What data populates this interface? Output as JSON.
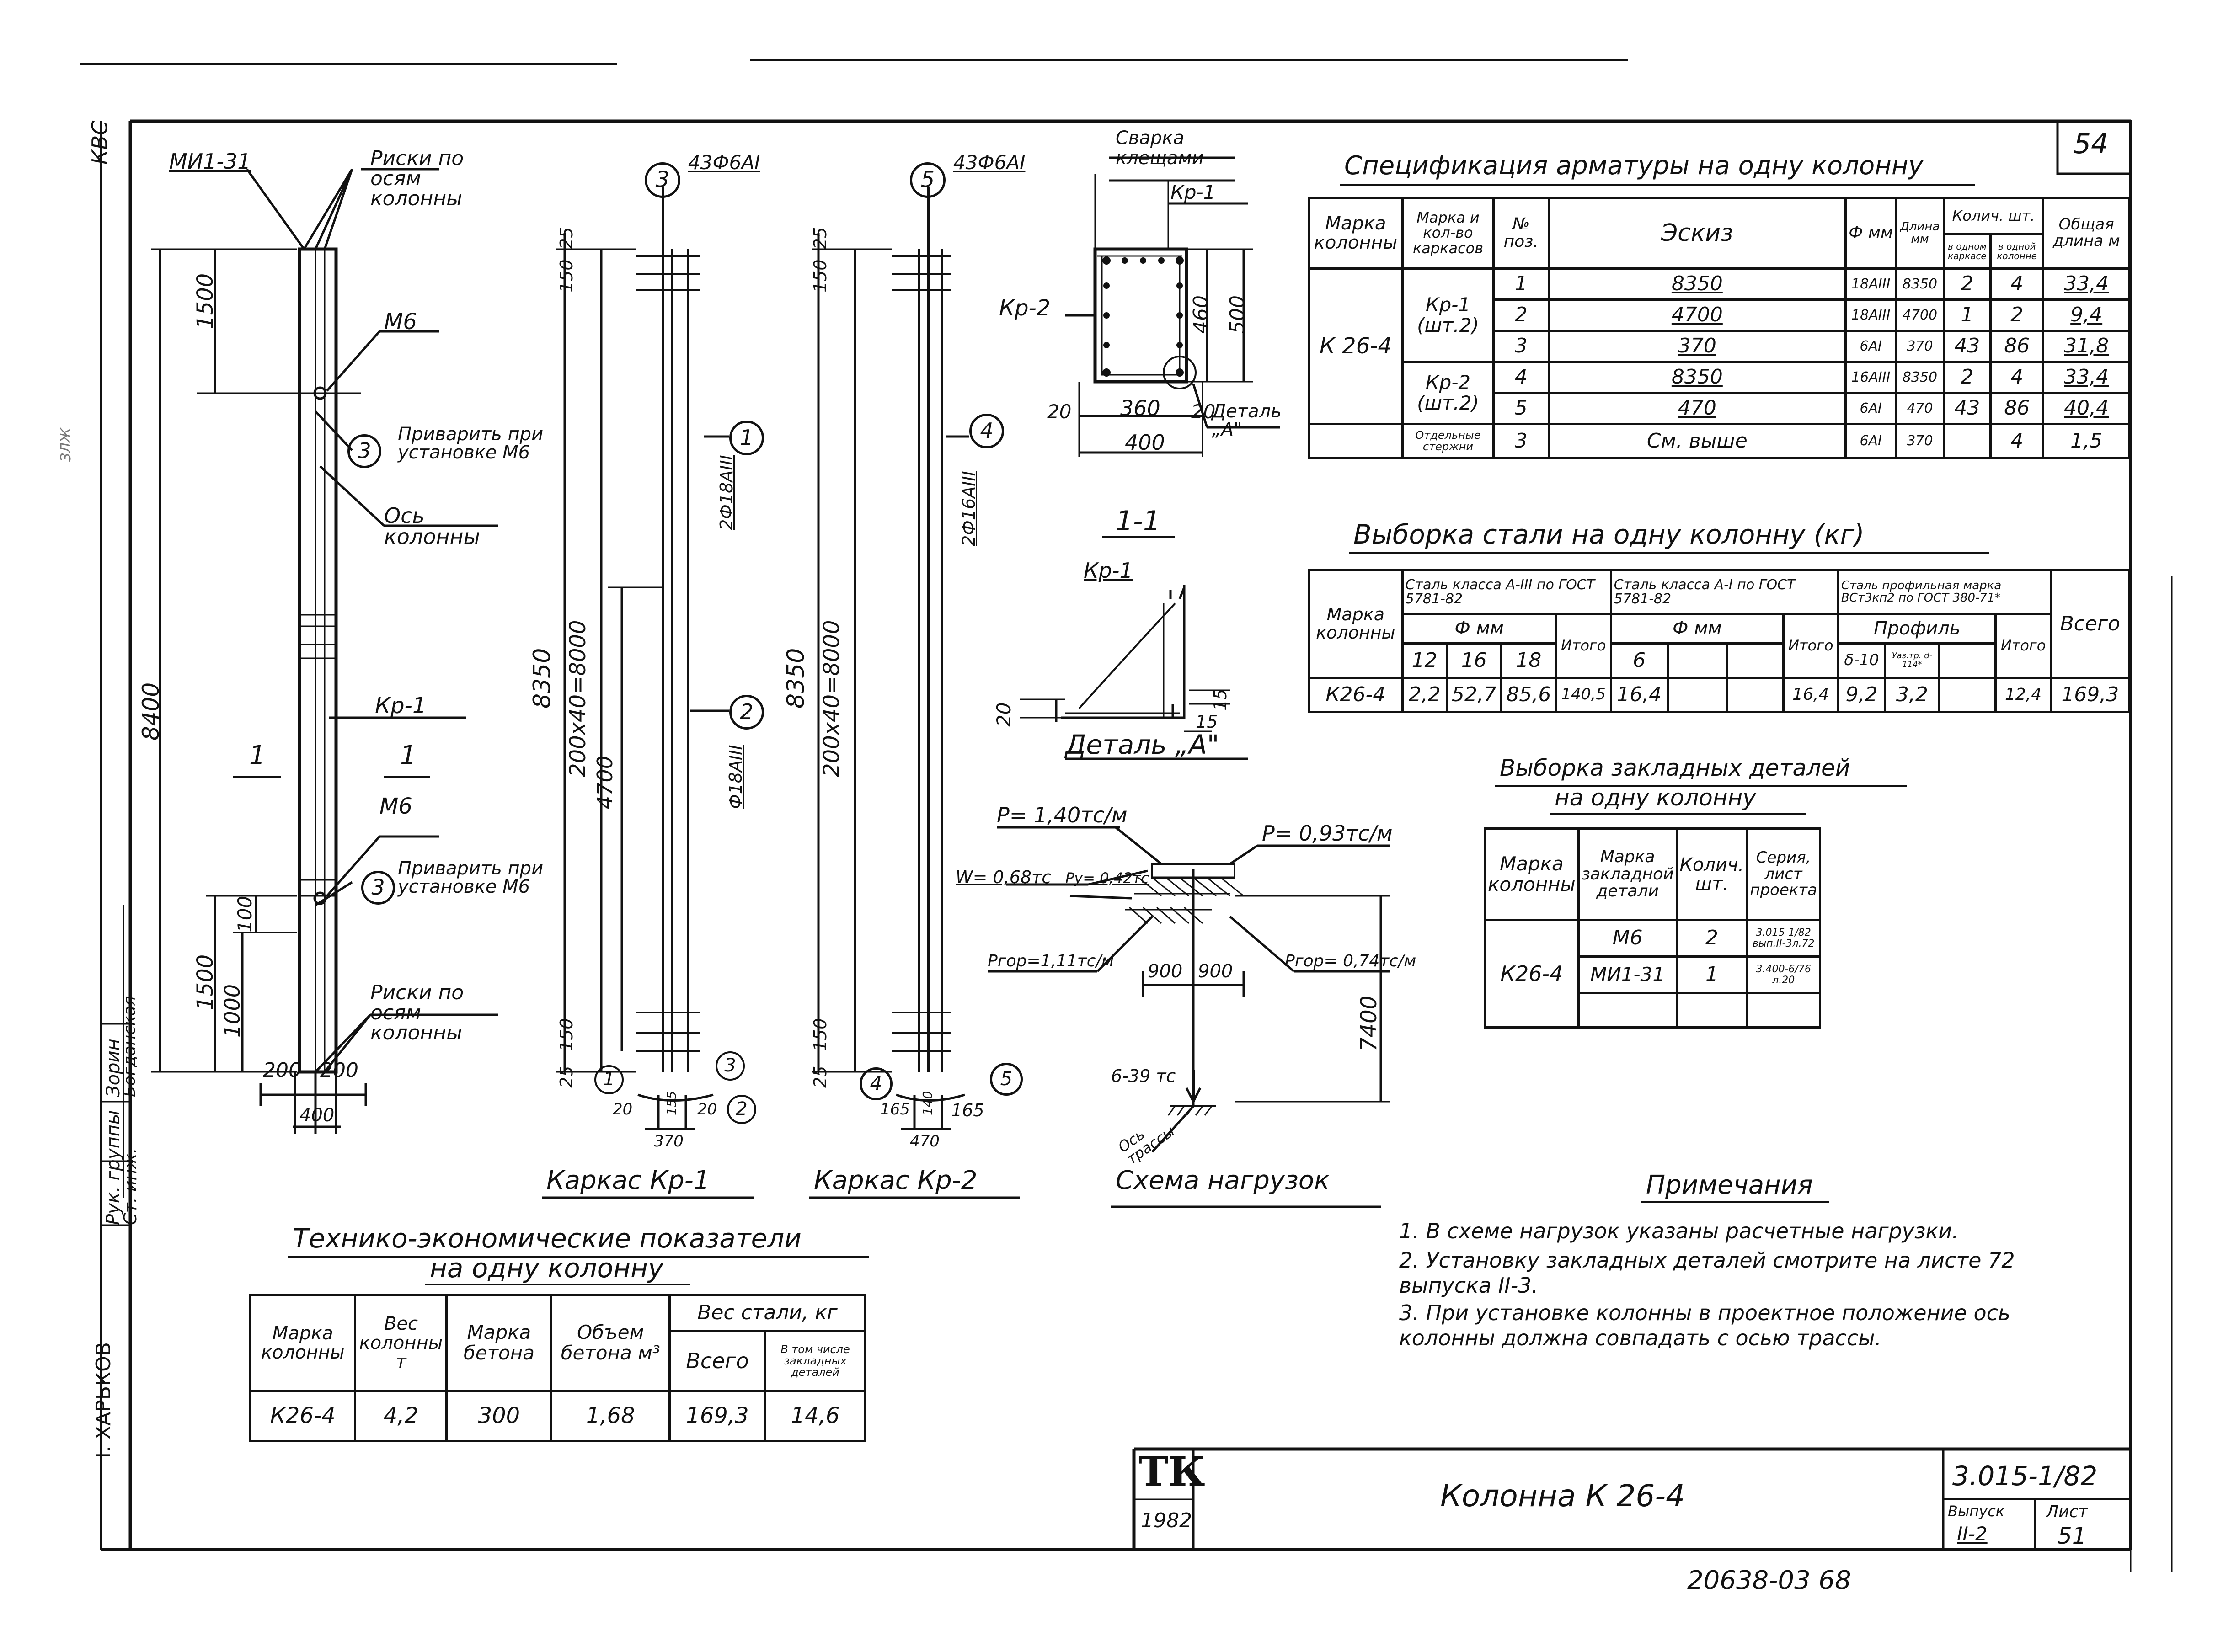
{
  "sheet_no_corner": "54",
  "title_block": {
    "logo": "ТК",
    "year": "1982",
    "title": "Колонна К 26-4",
    "doc_code": "3.015-1/82",
    "issue_label": "Выпуск",
    "issue_value": "II-2",
    "sheet_label": "Лист",
    "sheet_value": "51"
  },
  "left_stamp": {
    "kvs": "КВС",
    "rows": [
      {
        "role": "Рук. группы",
        "name": "Зорин"
      },
      {
        "role": "Ст. инж.",
        "name": "Богданская"
      }
    ],
    "bottom_name": "І. ХАРЬКОВ",
    "note": "ЗЛЖ"
  },
  "column_view": {
    "mi_label": "МИ1-31",
    "risks_label_top": "Риски по осям колонны",
    "m6_top": "М6",
    "weld_note_top": "Приварить при установке М6",
    "axis_label": "Ось колонны",
    "kr1_label": "Кр-1",
    "m6_bottom": "М6",
    "weld_note_bottom": "Приварить при установке М6",
    "risks_label_bottom": "Риски по осям колонны",
    "section_mark": "1",
    "dims": {
      "d1500_top": "1500",
      "d8400": "8400",
      "d1500_bot": "1500",
      "d1000": "1000",
      "d100": "100",
      "d200a": "200",
      "d200b": "200",
      "d400": "400"
    },
    "balloon3a": "3",
    "balloon3b": "3"
  },
  "frame_kr1": {
    "caption": "Каркас Кр-1",
    "top_balloon": "3",
    "top_label": "43Ф6АI",
    "bal1": "1",
    "bal1_label": "2Ф18АIII",
    "bal2": "2",
    "bal2_label": "Ф18АIII",
    "d8350": "8350",
    "d200x40": "200х40=8000",
    "d4700": "4700",
    "d25a": "25",
    "d150a": "150",
    "d150b": "150",
    "d25b": "25",
    "sec_b1": "1",
    "sec_b2": "2",
    "sec_b3": "3",
    "sec_d20a": "20",
    "sec_d20b": "20",
    "sec_d155": "155",
    "sec_d370": "370"
  },
  "frame_kr2": {
    "caption": "Каркас Кр-2",
    "top_balloon": "5",
    "top_label": "43Ф6АI",
    "bal4": "4",
    "bal4_label": "2Ф16АIII",
    "d8350": "8350",
    "d200x40": "200х40=8000",
    "d25a": "25",
    "d150a": "150",
    "d150b": "150",
    "d25b": "25",
    "sec_b4": "4",
    "sec_b5": "5",
    "sec_d165a": "165",
    "sec_d165b": "165",
    "sec_d140": "140",
    "sec_d470": "470"
  },
  "section_11": {
    "title": "1-1",
    "weld_label": "Сварка клещами",
    "kr1": "Кр-1",
    "kr2": "Кр-2",
    "d460": "460",
    "d500": "500",
    "d20a": "20",
    "d360": "360",
    "d20b": "20",
    "d400": "400",
    "detail_ref": "Деталь „А\""
  },
  "detail_a": {
    "title": "Деталь „А\"",
    "kr1": "Кр-1",
    "d20": "20",
    "d15a": "15",
    "d15b": "15"
  },
  "load_scheme": {
    "caption": "Схема нагрузок",
    "p_left": "P= 1,40тс/м",
    "p_right": "P= 0,93тс/м",
    "w": "W= 0,68тс",
    "py": "Py= 0,42тс",
    "prop_left": "Pгор=1,11тс/м",
    "prop_right": "Pгор= 0,74тс/м",
    "d900a": "900",
    "d900b": "900",
    "d7400": "7400",
    "g": "6-39 тс",
    "axis_label": "Ось трассы"
  },
  "spec_table": {
    "title": "Спецификация арматуры на одну колонну",
    "headers": [
      "Марка колонны",
      "Марка и кол-во каркасов",
      "№ поз.",
      "Эскиз",
      "Ф мм",
      "Длина мм",
      "Колич. шт.",
      "Общая длина м"
    ],
    "subheaders": [
      "в одном каркасе",
      "в одной колонне"
    ],
    "mark": "К 26-4",
    "groups": [
      "Кр-1 (шт.2)",
      "Кр-2 (шт.2)",
      "Отдельные стержни"
    ],
    "rows": [
      {
        "pos": "1",
        "sketch": "8350",
        "d": "18АIII",
        "len": "8350",
        "q1": "2",
        "q2": "4",
        "total": "33,4"
      },
      {
        "pos": "2",
        "sketch": "4700",
        "d": "18АIII",
        "len": "4700",
        "q1": "1",
        "q2": "2",
        "total": "9,4"
      },
      {
        "pos": "3",
        "sketch": "370",
        "d": "6АI",
        "len": "370",
        "q1": "43",
        "q2": "86",
        "total": "31,8"
      },
      {
        "pos": "4",
        "sketch": "8350",
        "d": "16АIII",
        "len": "8350",
        "q1": "2",
        "q2": "4",
        "total": "33,4"
      },
      {
        "pos": "5",
        "sketch": "470",
        "d": "6АI",
        "len": "470",
        "q1": "43",
        "q2": "86",
        "total": "40,4"
      },
      {
        "pos": "3",
        "sketch": "См. выше",
        "d": "6АI",
        "len": "370",
        "q1": "",
        "q2": "4",
        "total": "1,5"
      }
    ]
  },
  "steel_table": {
    "title": "Выборка стали на одну колонну (кг)",
    "h_mark": "Марка колонны",
    "h_a3": "Сталь класса А-III по ГОСТ 5781-82",
    "h_a1": "Сталь класса А-I по ГОСТ 5781-82",
    "h_prof": "Сталь профильная марка ВСт3кп2 по ГОСТ 380-71*",
    "h_fmm1": "Ф мм",
    "h_fmm2": "Ф мм",
    "h_profil": "Профиль",
    "h_total": "Всего",
    "cols": [
      "12",
      "16",
      "18",
      "Итого",
      "6",
      "",
      "",
      "Итого",
      "δ-10",
      "Уаз.тр. d-114*",
      "",
      "Итого"
    ],
    "row": [
      "К26-4",
      "2,2",
      "52,7",
      "85,6",
      "140,5",
      "16,4",
      "",
      "",
      "16,4",
      "9,2",
      "3,2",
      "",
      "12,4",
      "169,3"
    ]
  },
  "embedded_table": {
    "title1": "Выборка закладных деталей",
    "title2": "на одну колонну",
    "headers": [
      "Марка колонны",
      "Марка закладной детали",
      "Колич. шт.",
      "Серия, лист проекта"
    ],
    "mark": "К26-4",
    "rows": [
      {
        "part": "М6",
        "qty": "2",
        "series": "3.015-1/82 вып.II-3л.72"
      },
      {
        "part": "МИ1-31",
        "qty": "1",
        "series": "3.400-6/76 л.20"
      }
    ]
  },
  "tei_table": {
    "title1": "Технико-экономические показатели",
    "title2": "на одну колонну",
    "headers": [
      "Марка колонны",
      "Вес колонны т",
      "Марка бетона",
      "Объем бетона м³",
      "Вес стали, кг"
    ],
    "subheaders": [
      "Всего",
      "В том числе закладных деталей"
    ],
    "row": [
      "К26-4",
      "4,2",
      "300",
      "1,68",
      "169,3",
      "14,6"
    ]
  },
  "notes": {
    "title": "Примечания",
    "items": [
      "1. В схеме нагрузок указаны расчетные нагрузки.",
      "2. Установку закладных деталей смотрите на листе 72 выпуска II-3.",
      "3. При установке колонны в проектное положение ось колонны должна совпадать с осью трассы."
    ]
  },
  "bottom_stray": "20638-03 68"
}
